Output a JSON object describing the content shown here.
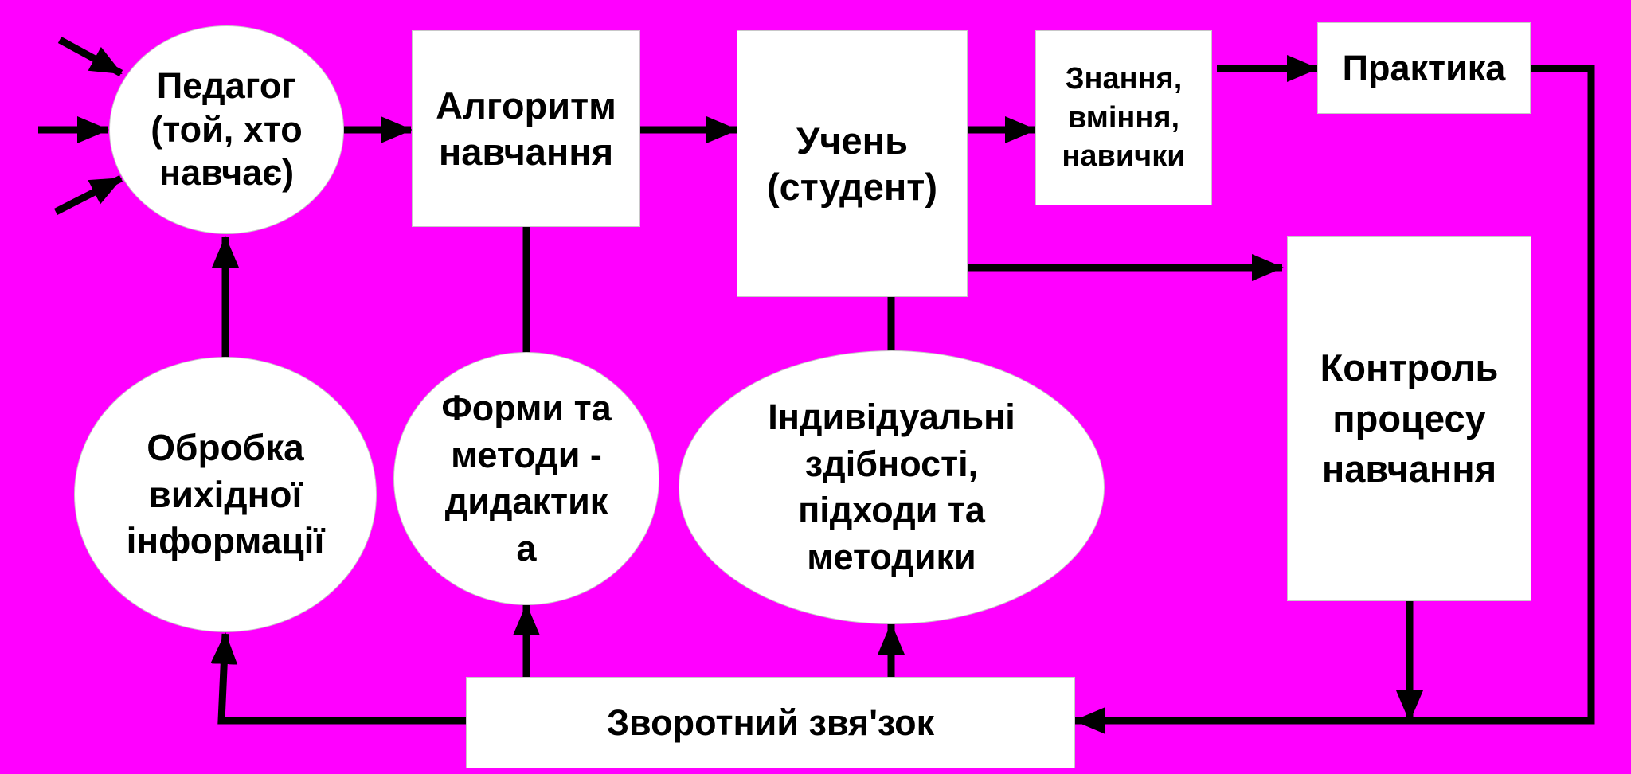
{
  "colors": {
    "background": "#ff00ff",
    "node_fill": "#ffffff",
    "line": "#000000",
    "text": "#000000"
  },
  "diagram": {
    "nodes": {
      "pedagog": "Педагог\n(той, хто\nнавчає)",
      "alhorytm": "Алгоритм\nнавчання",
      "uchen": "Учень\n(студент)",
      "znannia": "Знання,\nвміння,\nнавички",
      "praktyka": "Практика",
      "kontrol": "Контроль\nпроцесу\nнавчання",
      "obrobka": "Обробка\nвихідної\nінформації",
      "formy": "Форми та\nметоди -\nдидактик\nа",
      "indyvidualni": "Індивідуальні\nздібності,\nпідходи та\nметодики",
      "zvorotnyi": "Зворотний звя'зок"
    }
  }
}
